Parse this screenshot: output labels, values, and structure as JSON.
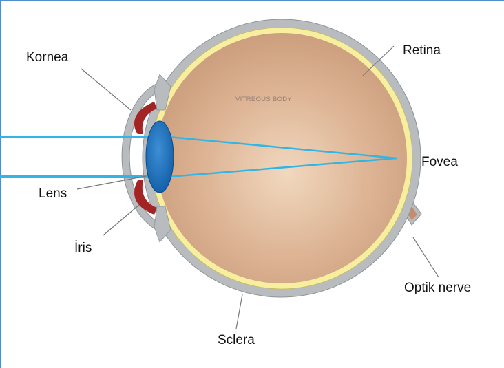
{
  "diagram": {
    "labels": {
      "kornea": "Kornea",
      "lens": "Lens",
      "iris": "İris",
      "retina": "Retina",
      "fovea": "Fovea",
      "optik_nerve": "Optik nerve",
      "sclera": "Sclera",
      "vitreous": "VITREOUS BODY"
    },
    "colors": {
      "frame": "#4f8fd0",
      "sclera": "#b9bcbe",
      "retina": "#f7ef9e",
      "vitreous_center": "#f1d8bf",
      "vitreous_edge": "#c99b7a",
      "iris": "#a32424",
      "lens": "#1f6fb8",
      "light_ray": "#33b4e4"
    }
  }
}
